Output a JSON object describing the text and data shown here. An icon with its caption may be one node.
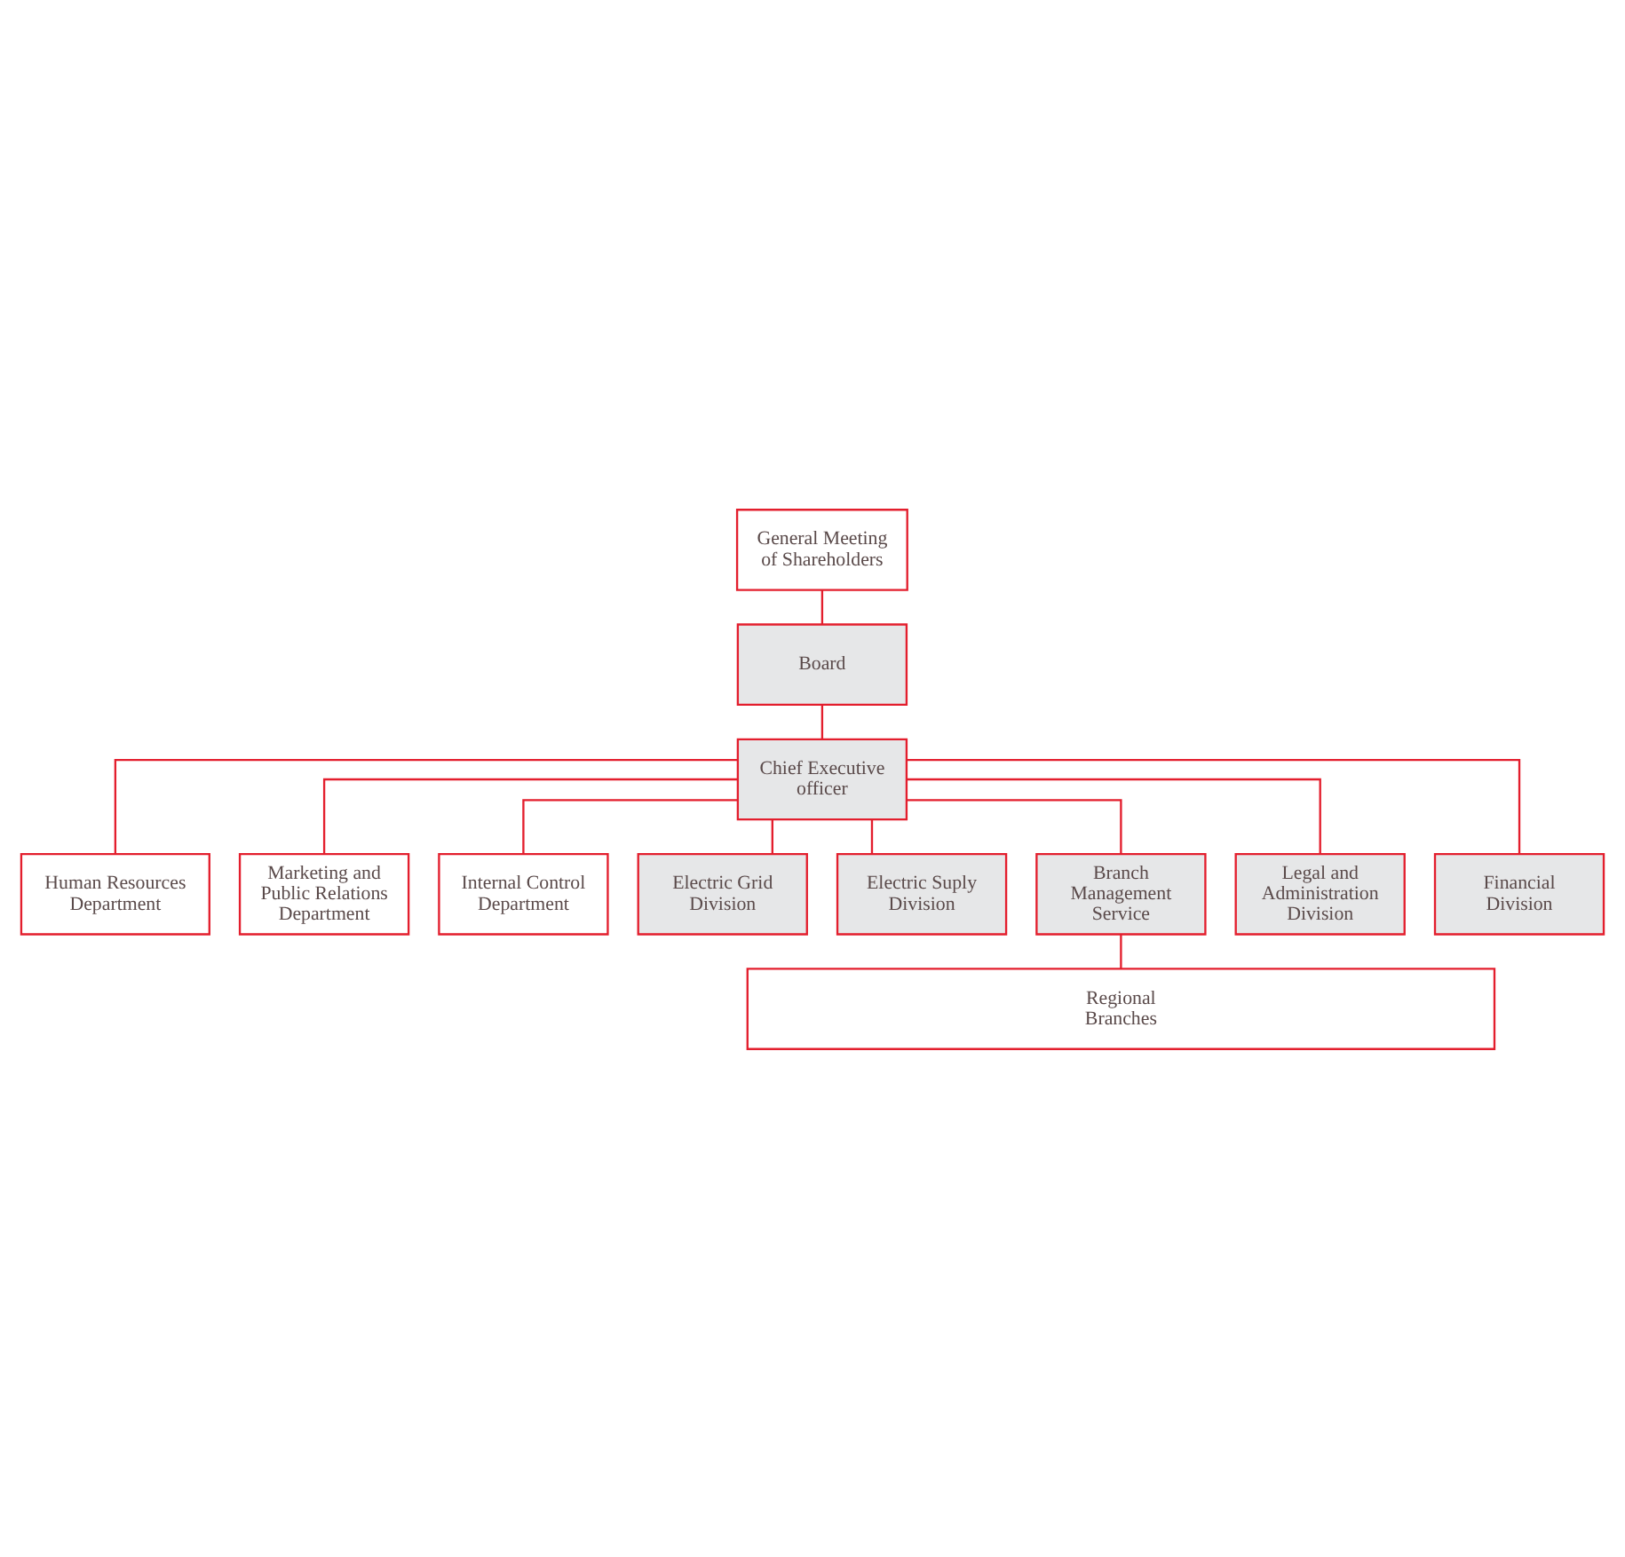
{
  "diagram": {
    "nodes": [
      {
        "text": [
          "General Meeting of Shareholders"
        ]
      },
      {
        "text": [
          "Board"
        ]
      },
      {
        "text": [
          "Chief Executive officer"
        ]
      },
      {
        "text": [
          "Human Resources Department"
        ]
      },
      {
        "text": [
          "Marketing and Public Relations Department"
        ]
      },
      {
        "text": [
          "Internal Control Department"
        ]
      },
      {
        "text": [
          "Electric Grid Division"
        ]
      },
      {
        "text": [
          "Electric Suply Division"
        ]
      },
      {
        "text": [
          "Branch Management Service"
        ]
      },
      {
        "text": [
          "Legal and Administration Division"
        ]
      },
      {
        "text": [
          "Financial Division"
        ]
      },
      {
        "text": [
          "Regional Branches"
        ]
      }
    ],
    "edges": [
      {
        "from": 0,
        "to": 1,
        "arrow": "none"
      },
      {
        "from": 1,
        "to": 2,
        "arrow": "none"
      },
      {
        "from": 2,
        "to": 3,
        "arrow": "none"
      },
      {
        "from": 2,
        "to": 4,
        "arrow": "none"
      },
      {
        "from": 2,
        "to": 5,
        "arrow": "none"
      },
      {
        "from": 2,
        "to": 6,
        "arrow": "none"
      },
      {
        "from": 2,
        "to": 7,
        "arrow": "none"
      },
      {
        "from": 2,
        "to": 8,
        "arrow": "none"
      },
      {
        "from": 2,
        "to": 9,
        "arrow": "none"
      },
      {
        "from": 2,
        "to": 10,
        "arrow": "none"
      },
      {
        "from": 8,
        "to": 11,
        "arrow": "none"
      }
    ]
  }
}
